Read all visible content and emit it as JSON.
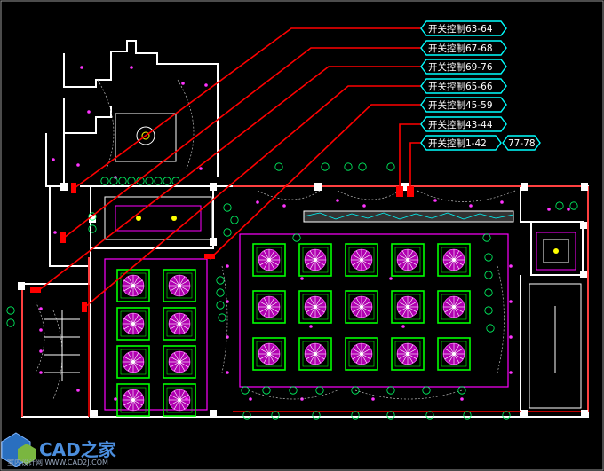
{
  "drawing": {
    "background": "#000000",
    "colors": {
      "wall": "#ffffff",
      "circuit_line": "#ff0000",
      "tag_outline": "#00ffff",
      "tag_text": "#ffffff",
      "fixture_frame": "#00ff00",
      "fixture_fill": "#ff00ff",
      "ceiling_outline": "#ff00ff",
      "wiring": "#b0b0b0",
      "label_bubbles": "#00ff00"
    }
  },
  "switch_labels": [
    {
      "id": "s1",
      "text": "开关控制63-64"
    },
    {
      "id": "s2",
      "text": "开关控制67-68"
    },
    {
      "id": "s3",
      "text": "开关控制69-76"
    },
    {
      "id": "s4",
      "text": "开关控制65-66"
    },
    {
      "id": "s5",
      "text": "开关控制45-59"
    },
    {
      "id": "s6",
      "text": "开关控制43-44"
    },
    {
      "id": "s7",
      "text": "开关控制1-42"
    }
  ],
  "extra_label": {
    "text": "77-78"
  },
  "watermark": {
    "logo": "CAD之家",
    "sub": "室内设计网 WWW.CAD2J.COM"
  }
}
